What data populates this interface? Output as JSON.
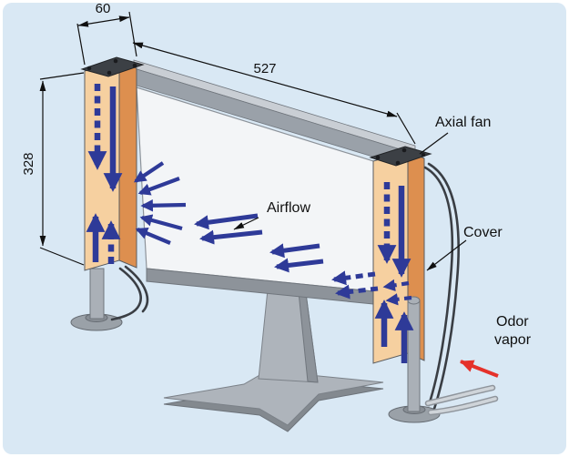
{
  "diagram": {
    "dimensions": {
      "width_label": "60",
      "length_label": "527",
      "height_label": "328"
    },
    "labels": {
      "axial_fan": "Axial fan",
      "cover": "Cover",
      "airflow": "Airflow",
      "odor_line1": "Odor",
      "odor_line2": "vapor"
    },
    "colors": {
      "background": "#d9e8f4",
      "column_front": "#f6d0a0",
      "column_side": "#dd8f4f",
      "cap": "#3c4045",
      "beam_top": "#c9ced4",
      "beam_front": "#9aa1a9",
      "screen": "#f3f5f7",
      "monitor_gray": "#aeb4bb",
      "arrow_blue": "#2e3a98",
      "arrow_red": "#e5312a",
      "dimension": "#101010"
    }
  }
}
